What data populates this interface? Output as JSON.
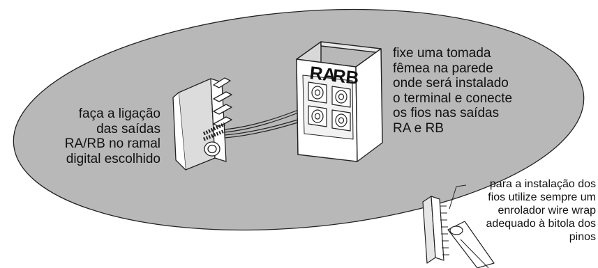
{
  "texts": {
    "left": [
      "faça a ligação",
      "das saídas",
      "RA/RB no ramal",
      "digital escolhido"
    ],
    "right": [
      "fixe uma tomada",
      "fêmea na parede",
      "onde será instalado",
      "o terminal e conecte",
      "os fios nas saídas",
      "RA e RB"
    ],
    "bottom": [
      "para a instalação dos",
      "fios utilize sempre um",
      "enrolador wire wrap",
      "adequado à bitola dos",
      "pinos"
    ]
  },
  "socket_labels": {
    "ra": "RA",
    "rb": "RB"
  },
  "colors": {
    "ellipse": "#b8b8b8",
    "line": "#222222",
    "box": "#ffffff"
  }
}
